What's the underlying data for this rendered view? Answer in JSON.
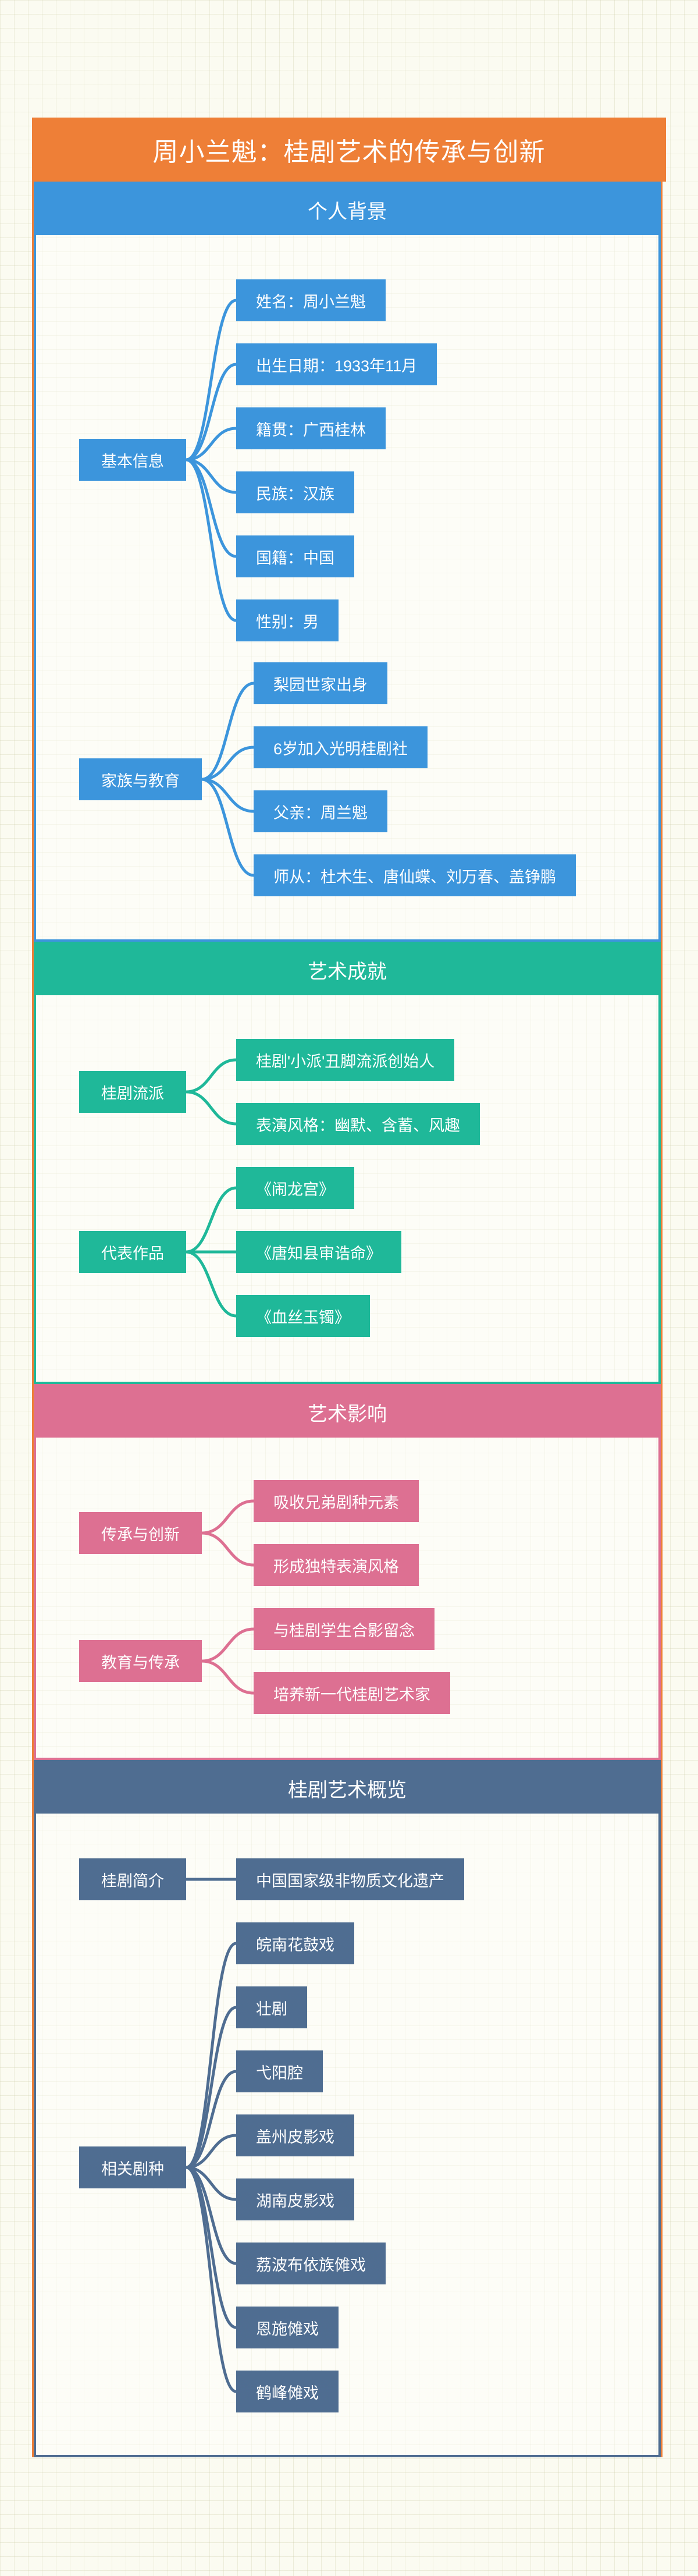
{
  "title": "周小兰魁：桂剧艺术的传承与创新",
  "colors": {
    "frame": "#ee7f37",
    "background": "#fbfbf1"
  },
  "sections": [
    {
      "title": "个人背景",
      "color": "#3c95dc",
      "groups": [
        {
          "label": "基本信息",
          "items": [
            "姓名：周小兰魁",
            "出生日期：1933年11月",
            "籍贯：广西桂林",
            "民族：汉族",
            "国籍：中国",
            "性别：男"
          ]
        },
        {
          "label": "家族与教育",
          "items": [
            "梨园世家出身",
            "6岁加入光明桂剧社",
            "父亲：周兰魁",
            "师从：杜木生、唐仙蝶、刘万春、盖铮鹏"
          ]
        }
      ]
    },
    {
      "title": "艺术成就",
      "color": "#1fb899",
      "groups": [
        {
          "label": "桂剧流派",
          "items": [
            "桂剧'小派'丑脚流派创始人",
            "表演风格：幽默、含蓄、风趣"
          ]
        },
        {
          "label": "代表作品",
          "items": [
            "《闹龙宫》",
            "《唐知县审诰命》",
            "《血丝玉镯》"
          ]
        }
      ]
    },
    {
      "title": "艺术影响",
      "color": "#dd7092",
      "groups": [
        {
          "label": "传承与创新",
          "items": [
            "吸收兄弟剧种元素",
            "形成独特表演风格"
          ]
        },
        {
          "label": "教育与传承",
          "items": [
            "与桂剧学生合影留念",
            "培养新一代桂剧艺术家"
          ]
        }
      ]
    },
    {
      "title": "桂剧艺术概览",
      "color": "#4f6d91",
      "groups": [
        {
          "label": "桂剧简介",
          "items": [
            "中国国家级非物质文化遗产"
          ]
        },
        {
          "label": "相关剧种",
          "items": [
            "皖南花鼓戏",
            "壮剧",
            "弋阳腔",
            "盖州皮影戏",
            "湖南皮影戏",
            "荔波布依族傩戏",
            "恩施傩戏",
            "鹤峰傩戏"
          ]
        }
      ]
    }
  ]
}
